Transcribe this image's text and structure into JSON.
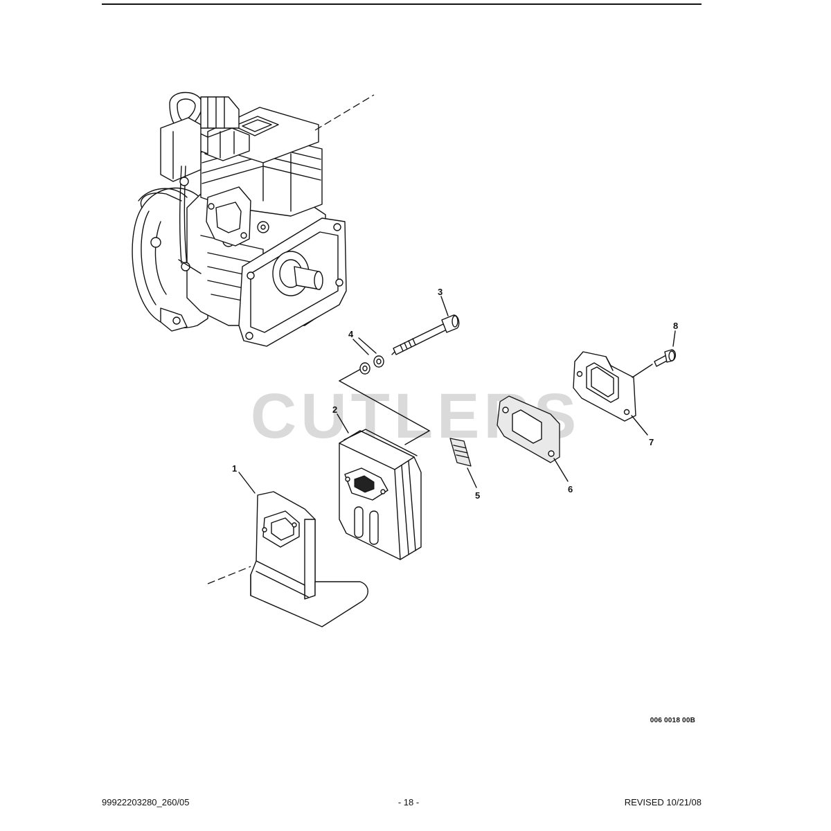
{
  "watermark": "CUTLERS",
  "callouts": {
    "c1": "1",
    "c2": "2",
    "c3": "3",
    "c4": "4",
    "c5": "5",
    "c6": "6",
    "c7": "7",
    "c8": "8"
  },
  "figure_code": "006 0018 00B",
  "footer": {
    "part_number": "99922203280_260/05",
    "page": "- 18 -",
    "revised": "REVISED 10/21/08"
  }
}
